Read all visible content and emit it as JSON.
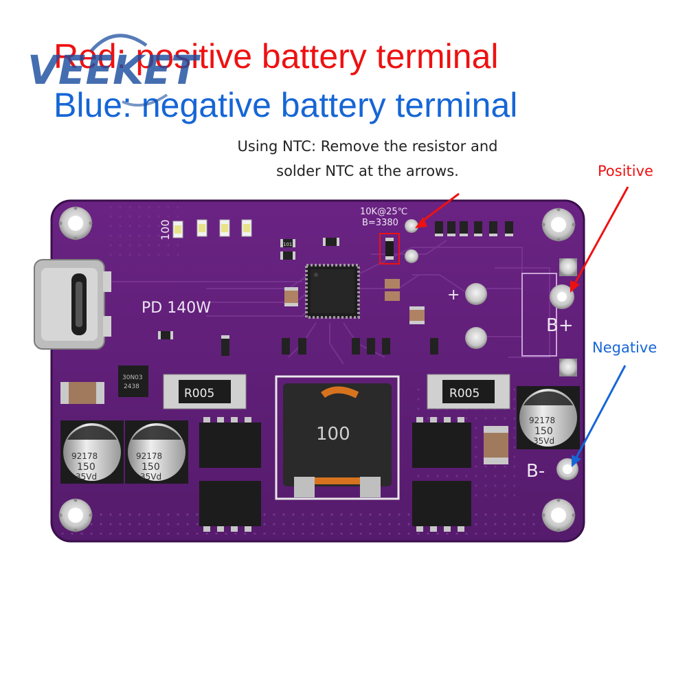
{
  "brand": {
    "logo_text": "VEEKET"
  },
  "legend": {
    "red_line": "Red: positive battery terminal",
    "blue_line": "Blue: negative battery terminal"
  },
  "note": {
    "line1": "Using NTC: Remove the resistor and",
    "line2": "solder NTC at the arrows."
  },
  "callouts": {
    "positive": "Positive",
    "negative": "Negative"
  },
  "board": {
    "silk_100": "100",
    "power_label": "PD 140W",
    "ntc_line1": "10K@25℃",
    "ntc_line2": "B=3380",
    "plus_sign": "+",
    "b_plus": "B+",
    "b_minus": "B-",
    "shunt_left": "R005",
    "shunt_right": "R005",
    "inductor": "100",
    "cap_code1": "92178",
    "cap_code2": "150",
    "cap_code3": "35Vd",
    "mosfet_small": "30N03",
    "mosfet_small_code": "2438",
    "resistor_101": "101"
  },
  "colors": {
    "positive": "#ee1111",
    "negative": "#1666d6",
    "pcb": "#5e1f74",
    "logo": "#1d4fa0"
  }
}
